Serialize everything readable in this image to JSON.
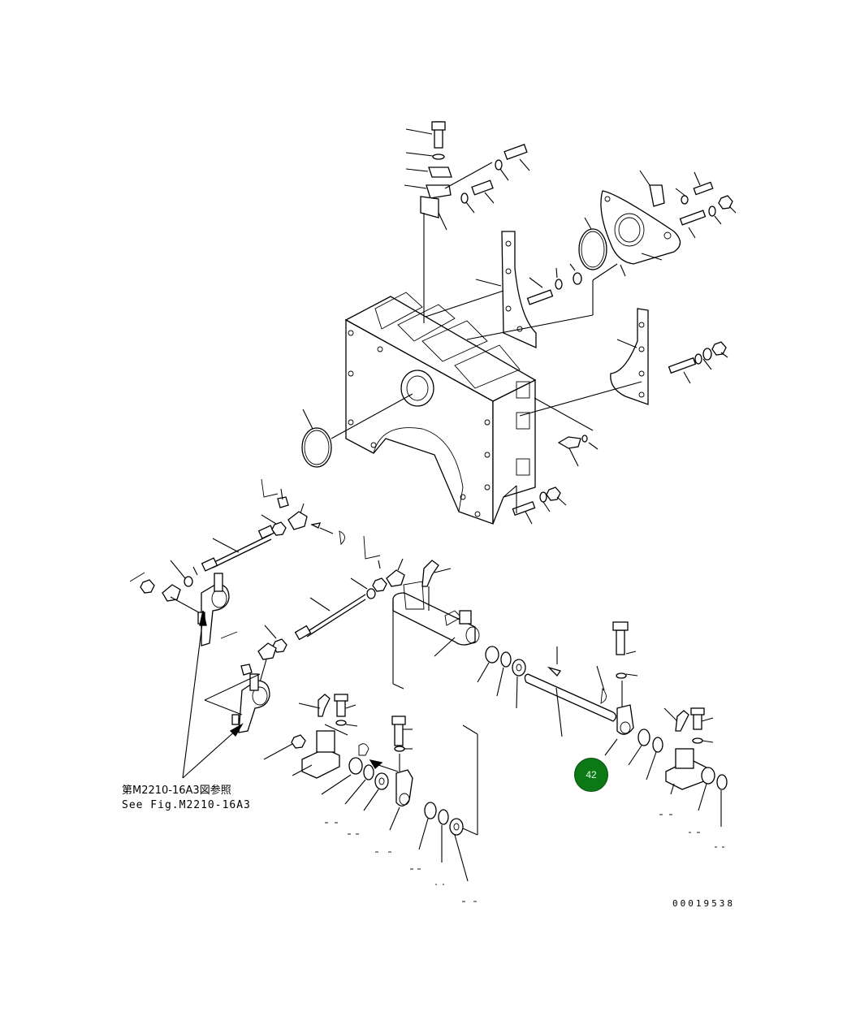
{
  "diagram": {
    "reference_note_jp": "第M2210-16A3図参照",
    "reference_note_en": "See Fig.M2210-16A3",
    "drawing_number": "00019538",
    "callout": {
      "label": "42",
      "color": "#0b7a16"
    }
  }
}
